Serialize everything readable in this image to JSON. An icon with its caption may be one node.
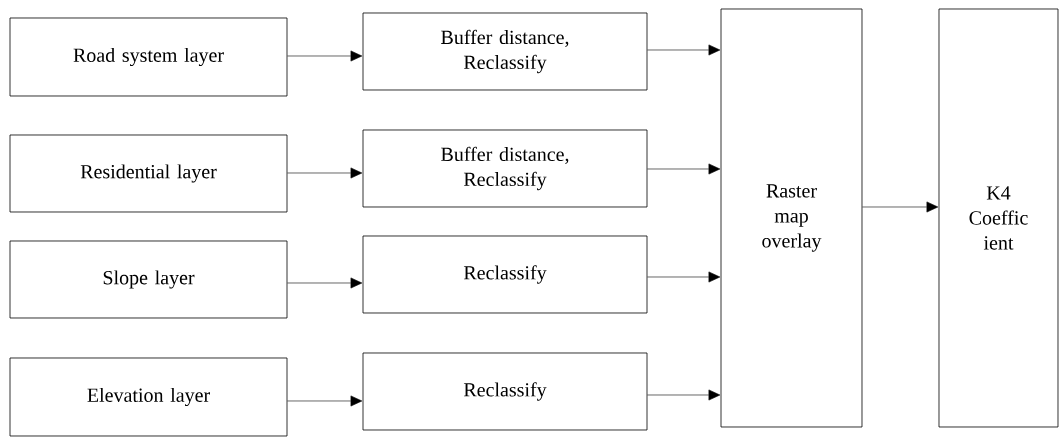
{
  "diagram": {
    "nodes": [
      {
        "text": [
          "Road system layer"
        ]
      },
      {
        "text": [
          "Buffer distance, Reclassify"
        ]
      },
      {
        "text": [
          "Residential layer"
        ]
      },
      {
        "text": [
          "Buffer distance, Reclassify"
        ]
      },
      {
        "text": [
          "Slope layer"
        ]
      },
      {
        "text": [
          "Reclassify"
        ]
      },
      {
        "text": [
          "Elevation layer"
        ]
      },
      {
        "text": [
          "Reclassify"
        ]
      },
      {
        "text": [
          "Raster map overlay"
        ]
      },
      {
        "text": [
          "K4 Coeffic ient"
        ]
      }
    ],
    "edges": [
      {
        "from": 0,
        "to": 1,
        "arrow": "to"
      },
      {
        "from": 2,
        "to": 3,
        "arrow": "to"
      },
      {
        "from": 4,
        "to": 5,
        "arrow": "to"
      },
      {
        "from": 6,
        "to": 7,
        "arrow": "to"
      },
      {
        "from": 1,
        "to": 8,
        "arrow": "to"
      },
      {
        "from": 3,
        "to": 8,
        "arrow": "to"
      },
      {
        "from": 5,
        "to": 8,
        "arrow": "to"
      },
      {
        "from": 7,
        "to": 8,
        "arrow": "to"
      },
      {
        "from": 8,
        "to": 9,
        "arrow": "to"
      }
    ]
  }
}
